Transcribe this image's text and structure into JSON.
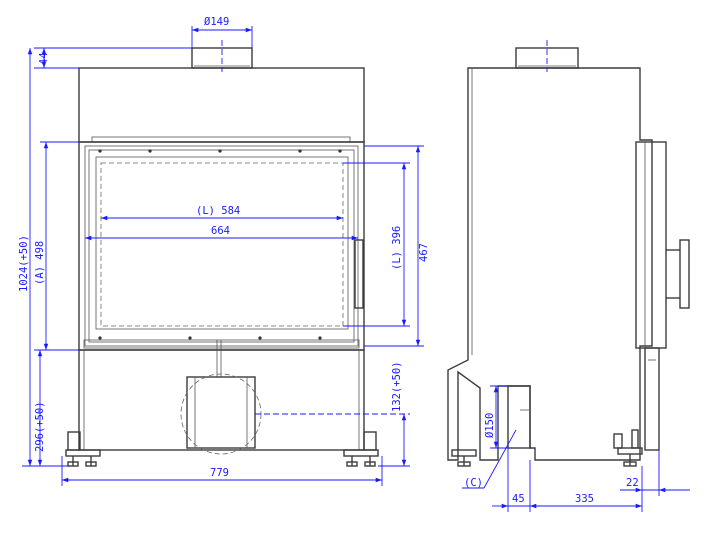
{
  "dimensions": {
    "flue_diameter": "Ø149",
    "top_offset": "44",
    "total_height": "1024(+50)",
    "height_a": "(A) 498",
    "width_l": "(L) 584",
    "width_inner": "664",
    "height_l": "(L) 396",
    "height_467": "467",
    "lower_height": "296(+50)",
    "intake_height": "132(+50)",
    "total_width": "779",
    "intake_diameter": "Ø150",
    "label_c": "(C)",
    "side_45": "45",
    "side_depth": "335",
    "side_22": "22"
  },
  "colors": {
    "dimension": "#1a1aff",
    "outline": "#3b3b3b"
  }
}
